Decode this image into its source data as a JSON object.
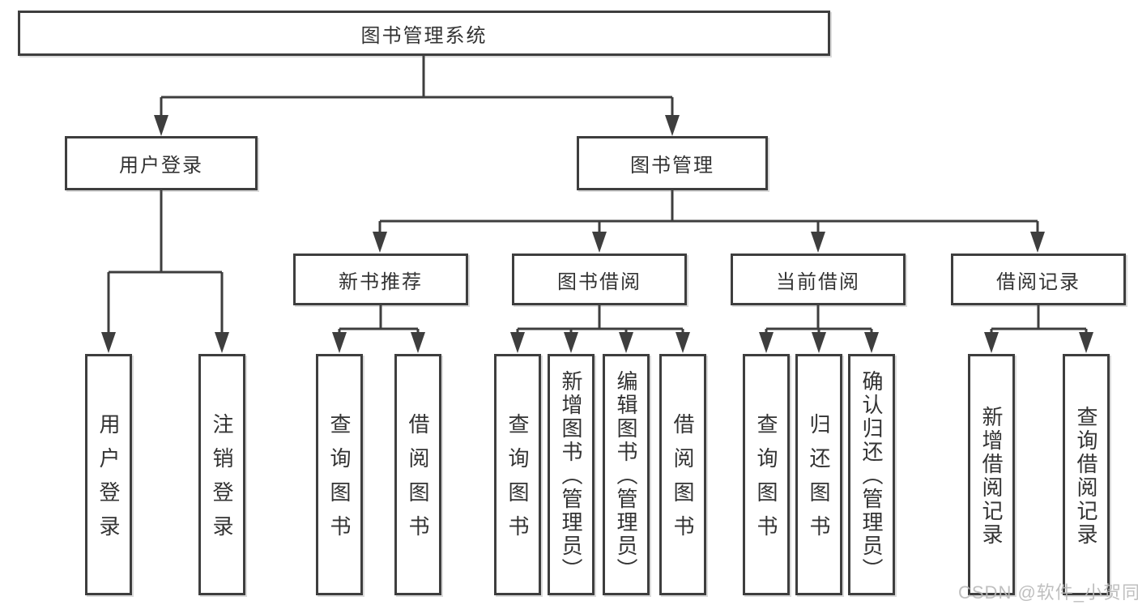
{
  "tree": {
    "label": "图书管理系统",
    "children": [
      {
        "label": "用户登录",
        "children": [
          {
            "label": "用户登录"
          },
          {
            "label": "注销登录"
          }
        ]
      },
      {
        "label": "图书管理",
        "children": [
          {
            "label": "新书推荐",
            "children": [
              {
                "label": "查询图书"
              },
              {
                "label": "借阅图书"
              }
            ]
          },
          {
            "label": "图书借阅",
            "children": [
              {
                "label": "查询图书"
              },
              {
                "label": "新增图书（管理员）"
              },
              {
                "label": "编辑图书（管理员）"
              },
              {
                "label": "借阅图书"
              }
            ]
          },
          {
            "label": "当前借阅",
            "children": [
              {
                "label": "查询图书"
              },
              {
                "label": "归还图书"
              },
              {
                "label": "确认归还（管理员）"
              }
            ]
          },
          {
            "label": "借阅记录",
            "children": [
              {
                "label": "新增借阅记录"
              },
              {
                "label": "查询借阅记录"
              }
            ]
          }
        ]
      }
    ]
  },
  "watermark": {
    "text": "CSDN @软件_小贺同学"
  },
  "colors": {
    "line": "#3e3e3e",
    "text": "#333333",
    "box_bg": "#ffffff",
    "watermark": "#b9b9b9"
  }
}
